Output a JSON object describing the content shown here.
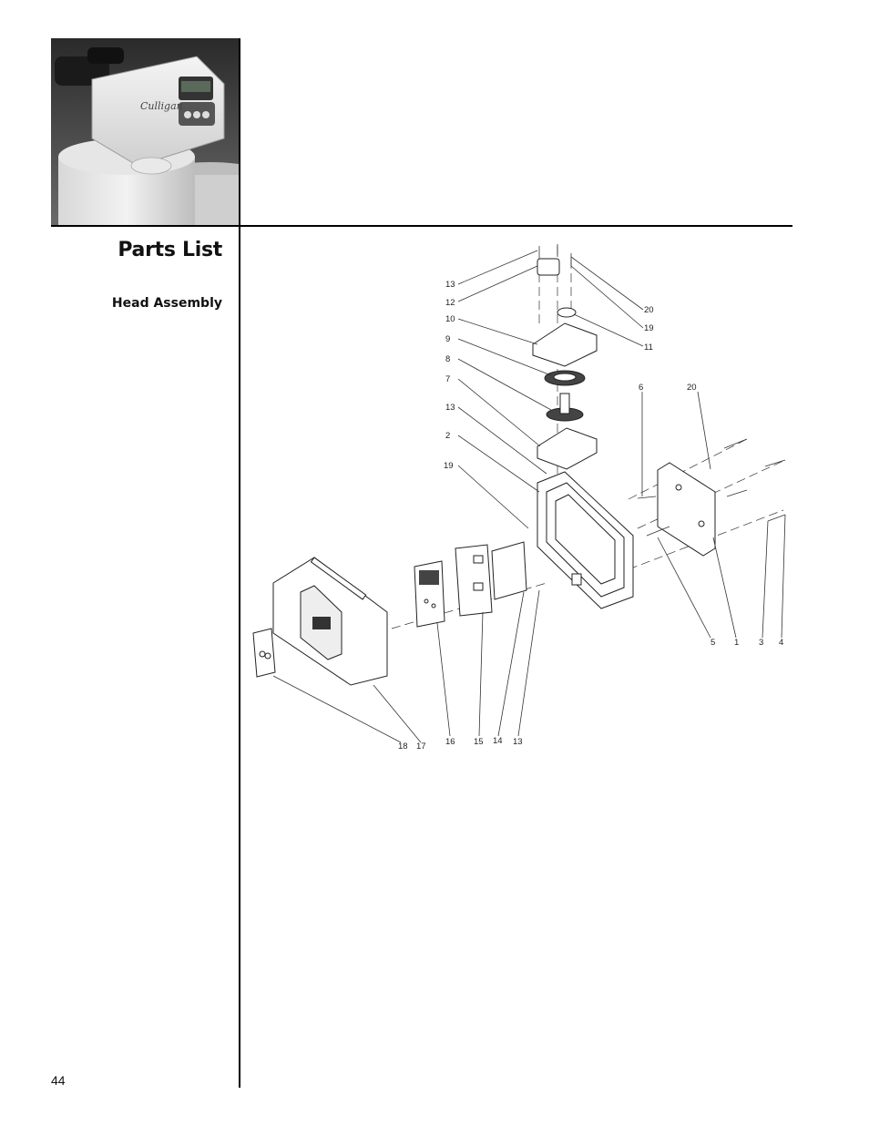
{
  "page": {
    "title": "Parts List",
    "section": "Head Assembly",
    "page_number": "44"
  },
  "photo": {
    "brand_logo_text": "Culligan"
  },
  "diagram": {
    "callouts": [
      "13",
      "12",
      "10",
      "9",
      "8",
      "7",
      "13",
      "2",
      "19",
      "20",
      "19",
      "11",
      "6",
      "20",
      "5",
      "1",
      "3",
      "4",
      "18",
      "17",
      "16",
      "15",
      "14",
      "13"
    ]
  }
}
